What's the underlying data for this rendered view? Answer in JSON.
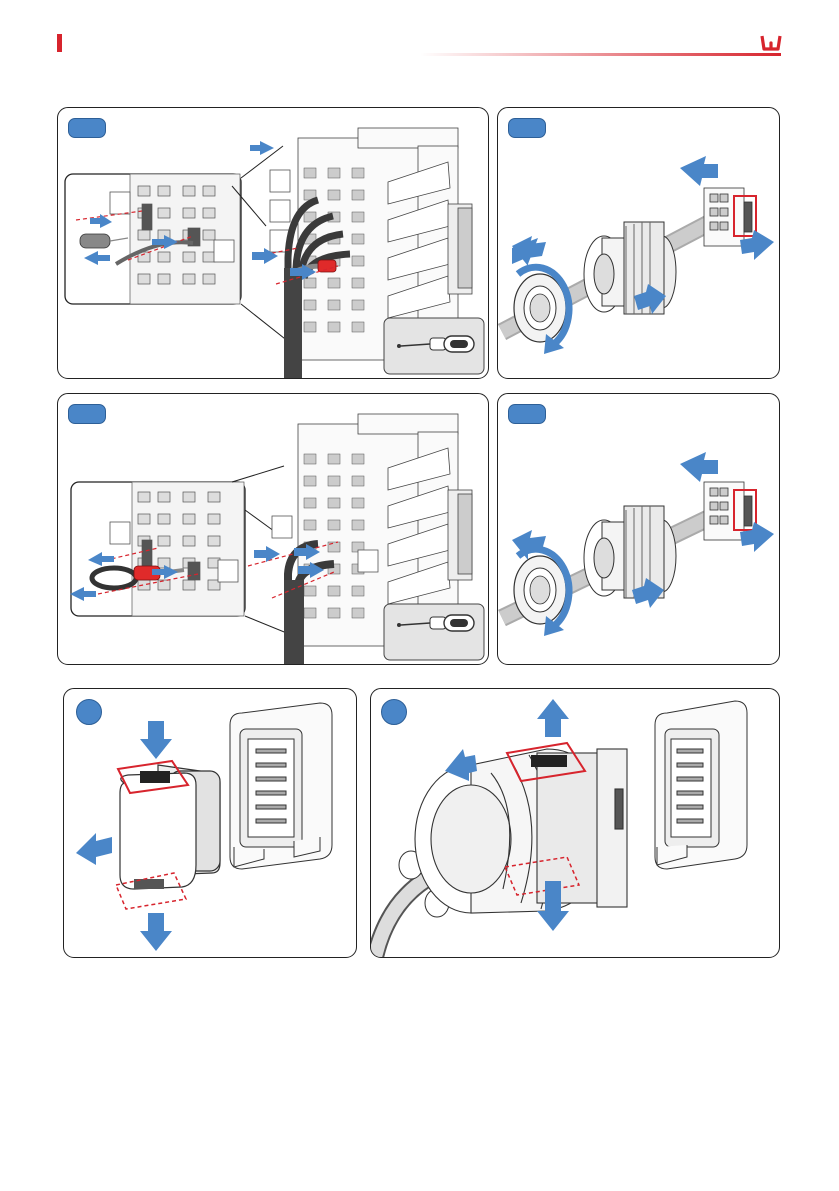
{
  "header": {
    "left_marker": "red-bar-marker",
    "logo": "w-logo",
    "accent_color": "#d7242d"
  },
  "colors": {
    "arrow": "#4a86c8",
    "highlight": "#d7242d",
    "terminal": "#e02a2a",
    "cable": "#3a3a3a",
    "tool_box": "#e4e4e4"
  },
  "panels": [
    {
      "id": "step-1",
      "marker": "step-pill",
      "content": "terminal-block-wiring-with-ferrule",
      "tool": "screwdriver-icon"
    },
    {
      "id": "step-2",
      "marker": "step-pill",
      "content": "cable-gland-assembly"
    },
    {
      "id": "step-3",
      "marker": "step-pill",
      "content": "terminal-block-wiring-with-ring-terminal",
      "tool": "screwdriver-icon"
    },
    {
      "id": "step-4",
      "marker": "step-pill",
      "content": "cable-gland-assembly"
    },
    {
      "id": "step-5",
      "marker": "step-dot",
      "content": "connector-unlatch-and-remove"
    },
    {
      "id": "step-6",
      "marker": "step-dot",
      "content": "connector-latch-and-insert"
    }
  ]
}
